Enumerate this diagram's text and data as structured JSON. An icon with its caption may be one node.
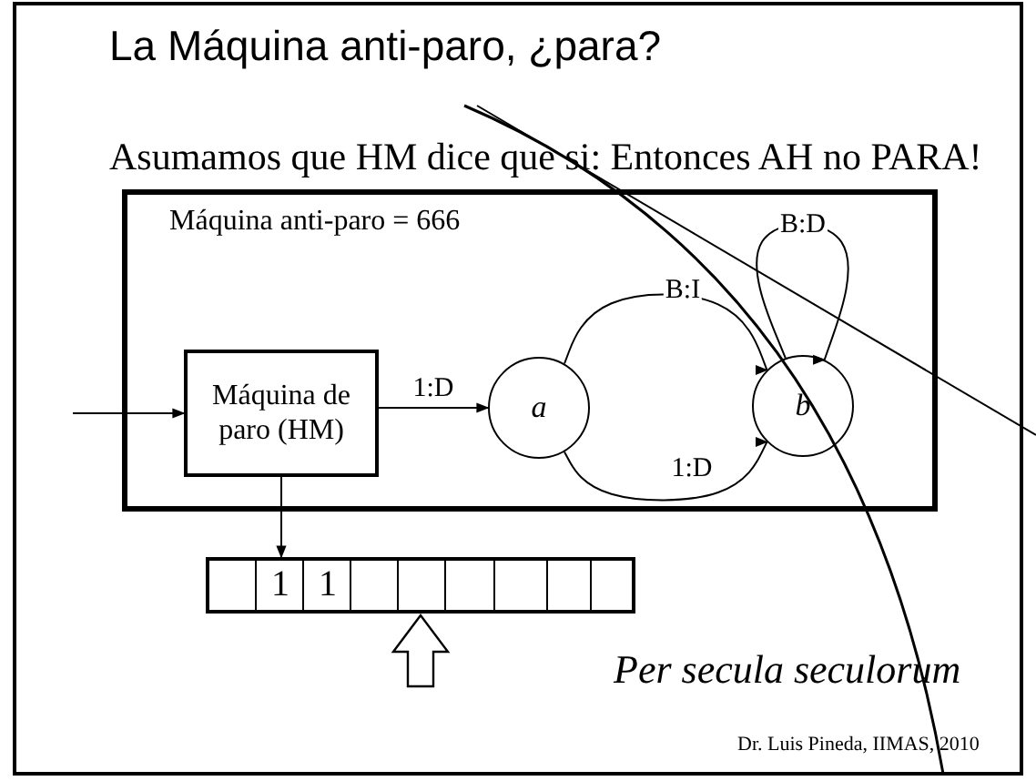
{
  "diagram": {
    "title": "La Máquina anti-paro, ¿para?",
    "nodes": [
      {
        "text": [
          "Máquina anti-paro = 666"
        ]
      },
      {
        "text": [
          "Máquina de paro (HM)"
        ],
        "in": 0
      },
      {
        "text": [
          "a"
        ],
        "in": 0
      },
      {
        "text": [
          "b"
        ],
        "in": 0
      },
      {
        "text": [
          "1",
          "1"
        ]
      }
    ],
    "edges": [
      {
        "from": null,
        "to": 1,
        "arrow": "to"
      },
      {
        "from": 1,
        "to": 2,
        "arrow": "to",
        "label": "1:D"
      },
      {
        "from": 2,
        "to": 3,
        "arrow": "to",
        "label": "B:I"
      },
      {
        "from": 2,
        "to": 3,
        "arrow": "to",
        "label": "1:D"
      },
      {
        "from": 3,
        "to": 3,
        "arrow": "to",
        "label": "B:D"
      },
      {
        "from": 1,
        "to": 4,
        "arrow": "to"
      },
      {
        "from": null,
        "to": 4,
        "arrow": "to",
        "style": "thick"
      }
    ],
    "labels": [
      "Asumamos que HM dice que si: Entonces AH no PARA!",
      "Per secula seculorum",
      "Dr. Luis Pineda, IIMAS, 2010"
    ]
  }
}
